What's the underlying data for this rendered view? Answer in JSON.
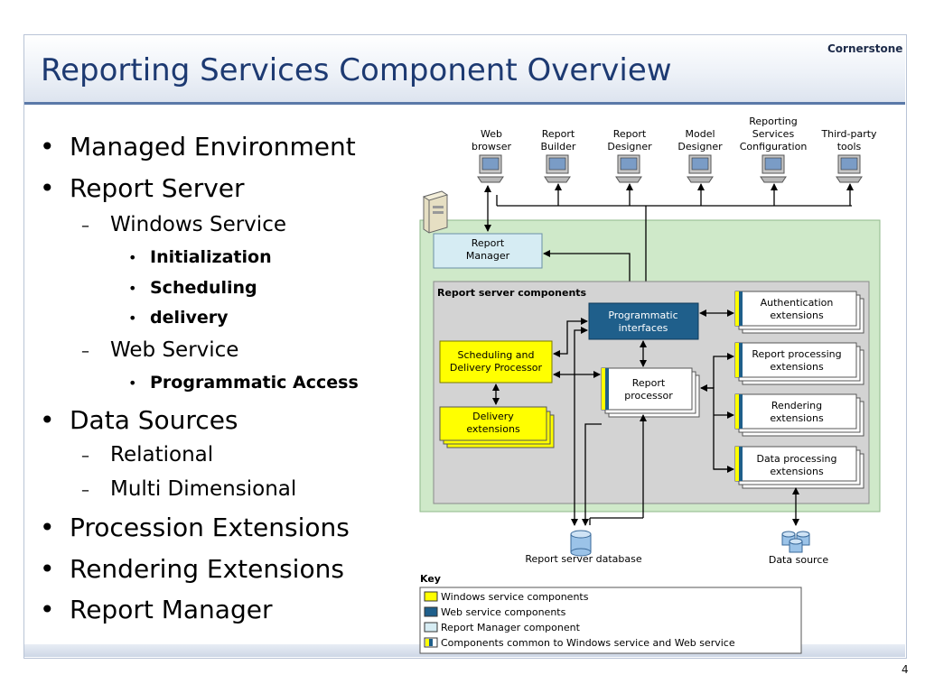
{
  "slide": {
    "title": "Reporting Services Component Overview",
    "brand": "Cornerstone",
    "page_number": "4"
  },
  "bullets": [
    {
      "level": 1,
      "text": "Managed Environment"
    },
    {
      "level": 1,
      "text": "Report Server"
    },
    {
      "level": 2,
      "text": "Windows Service"
    },
    {
      "level": 3,
      "text": "Initialization"
    },
    {
      "level": 3,
      "text": "Scheduling"
    },
    {
      "level": 3,
      "text": "delivery"
    },
    {
      "level": 2,
      "text": "Web Service"
    },
    {
      "level": 3,
      "text": "Programmatic Access"
    },
    {
      "level": 1,
      "text": "Data Sources"
    },
    {
      "level": 2,
      "text": "Relational"
    },
    {
      "level": 2,
      "text": "Multi Dimensional"
    },
    {
      "level": 1,
      "text": "Procession Extensions"
    },
    {
      "level": 1,
      "text": "Rendering Extensions"
    },
    {
      "level": 1,
      "text": "Report Manager"
    }
  ],
  "diagram": {
    "clients": [
      {
        "line1": "Web",
        "line2": "browser"
      },
      {
        "line1": "Report",
        "line2": "Builder"
      },
      {
        "line1": "Report",
        "line2": "Designer"
      },
      {
        "line1": "Model",
        "line2": "Designer"
      },
      {
        "line1": "Reporting",
        "line2": "Services",
        "line3": "Configuration"
      },
      {
        "line1": "Third-party",
        "line2": "tools"
      }
    ],
    "report_manager": {
      "line1": "Report",
      "line2": "Manager"
    },
    "components_label": "Report server components",
    "programmatic": {
      "line1": "Programmatic",
      "line2": "interfaces"
    },
    "scheduling": {
      "line1": "Scheduling and",
      "line2": "Delivery Processor"
    },
    "delivery_ext": {
      "line1": "Delivery",
      "line2": "extensions"
    },
    "report_processor": {
      "line1": "Report",
      "line2": "processor"
    },
    "extensions": [
      {
        "line1": "Authentication",
        "line2": "extensions"
      },
      {
        "line1": "Report processing",
        "line2": "extensions"
      },
      {
        "line1": "Rendering",
        "line2": "extensions"
      },
      {
        "line1": "Data processing",
        "line2": "extensions"
      }
    ],
    "database_label": "Report server database",
    "datasource_label": "Data source",
    "key": {
      "title": "Key",
      "items": [
        {
          "label": "Windows service components",
          "color": "#ffff00"
        },
        {
          "label": "Web service components",
          "color": "#1f5f8b"
        },
        {
          "label": "Report Manager component",
          "color": "#d6ecf3"
        },
        {
          "label": "Components common to Windows service and Web service",
          "color": "#ffff00"
        }
      ]
    },
    "colors": {
      "windows_service": "#ffff00",
      "web_service": "#1f5f8b",
      "report_manager": "#d6ecf3",
      "outer_area": "#cfe9c9",
      "inner_area": "#d3d3d3"
    }
  }
}
